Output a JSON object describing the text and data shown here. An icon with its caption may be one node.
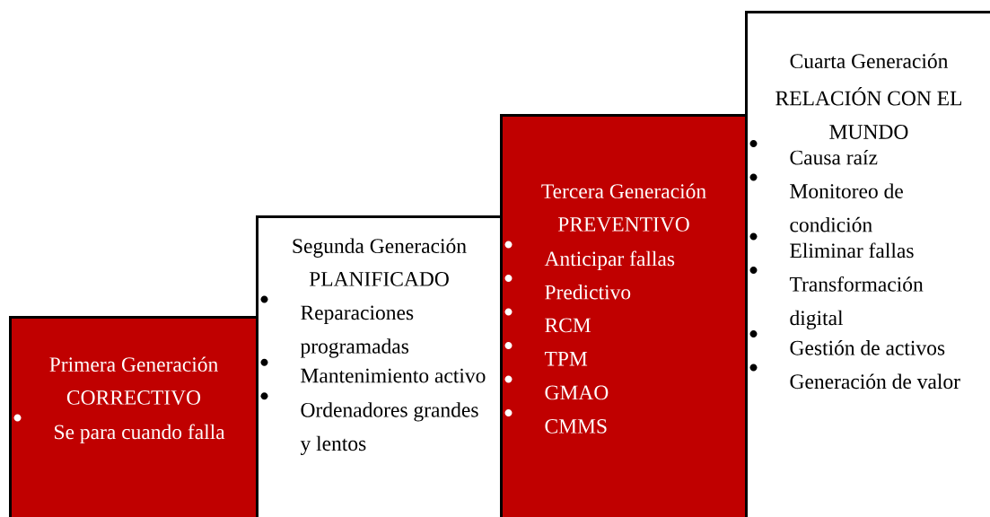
{
  "diagram": {
    "nodes": [
      {
        "text": [
          "Primera Generación",
          "CORRECTIVO",
          "Se para cuando falla"
        ]
      },
      {
        "text": [
          "Segunda Generación",
          "PLANIFICADO",
          "Reparaciones programadas",
          "Mantenimiento activo",
          "Ordenadores grandes y lentos"
        ]
      },
      {
        "text": [
          "Tercera Generación",
          "PREVENTIVO",
          "Anticipar fallas",
          "Predictivo",
          "RCM",
          "TPM",
          "GMAO",
          "CMMS"
        ]
      },
      {
        "text": [
          "Cuarta Generación",
          "RELACIÓN CON EL MUNDO",
          "Causa raíz",
          "Monitoreo de condición",
          "Eliminar fallas",
          "Transformación digital",
          "Gestión de activos",
          "Generación de valor"
        ]
      }
    ]
  }
}
